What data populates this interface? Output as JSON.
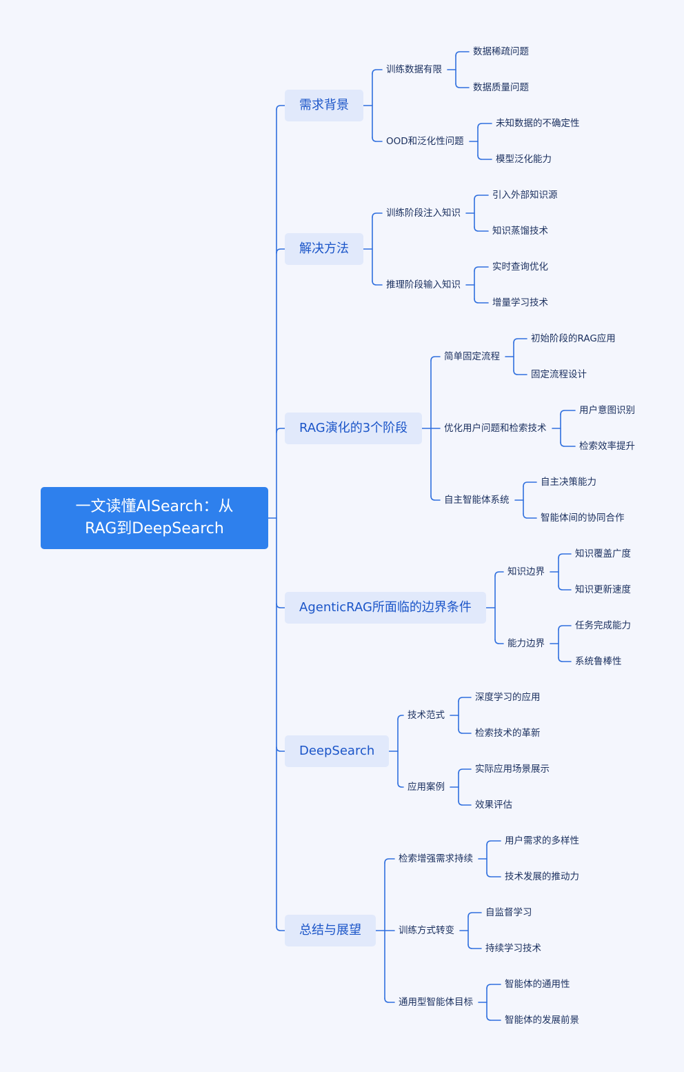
{
  "root": {
    "line1": "一文读懂AISearch：从",
    "line2": "RAG到DeepSearch"
  },
  "branches": [
    {
      "label": "需求背景",
      "children": [
        {
          "label": "训练数据有限",
          "children": [
            "数据稀疏问题",
            "数据质量问题"
          ]
        },
        {
          "label": "OOD和泛化性问题",
          "children": [
            "未知数据的不确定性",
            "模型泛化能力"
          ]
        }
      ]
    },
    {
      "label": "解决方法",
      "children": [
        {
          "label": "训练阶段注入知识",
          "children": [
            "引入外部知识源",
            "知识蒸馏技术"
          ]
        },
        {
          "label": "推理阶段输入知识",
          "children": [
            "实时查询优化",
            "增量学习技术"
          ]
        }
      ]
    },
    {
      "label": "RAG演化的3个阶段",
      "children": [
        {
          "label": "简单固定流程",
          "children": [
            "初始阶段的RAG应用",
            "固定流程设计"
          ]
        },
        {
          "label": "优化用户问题和检索技术",
          "children": [
            "用户意图识别",
            "检索效率提升"
          ]
        },
        {
          "label": "自主智能体系统",
          "children": [
            "自主决策能力",
            "智能体间的协同合作"
          ]
        }
      ]
    },
    {
      "label": "AgenticRAG所面临的边界条件",
      "children": [
        {
          "label": "知识边界",
          "children": [
            "知识覆盖广度",
            "知识更新速度"
          ]
        },
        {
          "label": "能力边界",
          "children": [
            "任务完成能力",
            "系统鲁棒性"
          ]
        }
      ]
    },
    {
      "label": "DeepSearch",
      "children": [
        {
          "label": "技术范式",
          "children": [
            "深度学习的应用",
            "检索技术的革新"
          ]
        },
        {
          "label": "应用案例",
          "children": [
            "实际应用场景展示",
            "效果评估"
          ]
        }
      ]
    },
    {
      "label": "总结与展望",
      "children": [
        {
          "label": "检索增强需求持续",
          "children": [
            "用户需求的多样性",
            "技术发展的推动力"
          ]
        },
        {
          "label": "训练方式转变",
          "children": [
            "自监督学习",
            "持续学习技术"
          ]
        },
        {
          "label": "通用型智能体目标",
          "children": [
            "智能体的通用性",
            "智能体的发展前景"
          ]
        }
      ]
    }
  ]
}
